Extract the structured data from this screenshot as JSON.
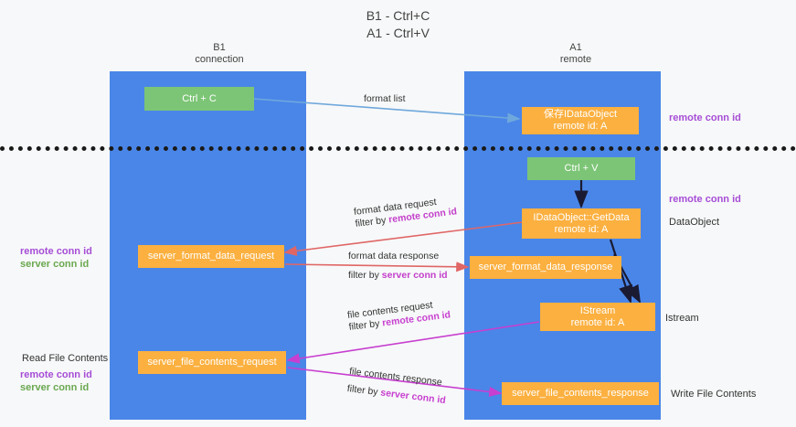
{
  "title": {
    "line1": "B1 - Ctrl+C",
    "line2": "A1 - Ctrl+V"
  },
  "lanes": [
    {
      "id": "left",
      "name": "B1",
      "sub": "connection"
    },
    {
      "id": "right",
      "name": "A1",
      "sub": "remote"
    }
  ],
  "nodes": {
    "ctrl_c": {
      "l1": "Ctrl + C",
      "l2": ""
    },
    "dataobject_top": {
      "l1": "保存IDataObject",
      "l2": "remote id: A"
    },
    "ctrl_v": {
      "l1": "Ctrl + V",
      "l2": ""
    },
    "getdata": {
      "l1": "IDataObject::GetData",
      "l2": "remote id: A"
    },
    "fmt_request": {
      "l1": "server_format_data_request",
      "l2": ""
    },
    "fmt_response": {
      "l1": "server_format_data_response",
      "l2": ""
    },
    "istream": {
      "l1": "IStream",
      "l2": "remote id: A"
    },
    "file_request": {
      "l1": "server_file_contents_request",
      "l2": ""
    },
    "file_response": {
      "l1": "server_file_contents_response",
      "l2": ""
    }
  },
  "edges": {
    "format_list": {
      "text": "format list"
    },
    "fmt_req_l1": {
      "text": "format data request"
    },
    "fmt_req_l2_pre": {
      "text": "filter by "
    },
    "fmt_req_l2_key": {
      "text": "remote conn id"
    },
    "fmt_resp_l1": {
      "text": "format data response"
    },
    "fmt_resp_l2_pre": {
      "text": "filter by "
    },
    "fmt_resp_l2_key": {
      "text": "server conn id"
    },
    "file_req_l1": {
      "text": "file contents request"
    },
    "file_req_l2_pre": {
      "text": "filter by "
    },
    "file_req_l2_key": {
      "text": "remote conn id"
    },
    "file_resp_l1": {
      "text": "file contents response"
    },
    "file_resp_l2_pre": {
      "text": "filter by "
    },
    "file_resp_l2_key": {
      "text": "server conn id"
    }
  },
  "annotations": {
    "right_remote_conn_1": "remote conn id",
    "right_remote_conn_2": "remote conn id",
    "right_dataobject": "DataObject",
    "right_istream": "Istream",
    "right_write_file": "Write File Contents",
    "left_remote_conn_1": "remote conn id",
    "left_server_conn_1": "server conn id",
    "left_read_file": "Read File Contents",
    "left_remote_conn_2": "remote conn id",
    "left_server_conn_2": "server conn id"
  },
  "colors": {
    "lane": "#4a86e8",
    "green_node": "#7cc576",
    "orange_node": "#fbb040",
    "purple": "#a64dd6",
    "green_text": "#6aa84f",
    "magenta": "#c33ecb",
    "divider": "#1a1a1a",
    "arrow_blue": "#6fa8dc",
    "arrow_red": "#e06666",
    "arrow_pink": "#c73fd0",
    "arrow_dark": "#1a1a33"
  }
}
